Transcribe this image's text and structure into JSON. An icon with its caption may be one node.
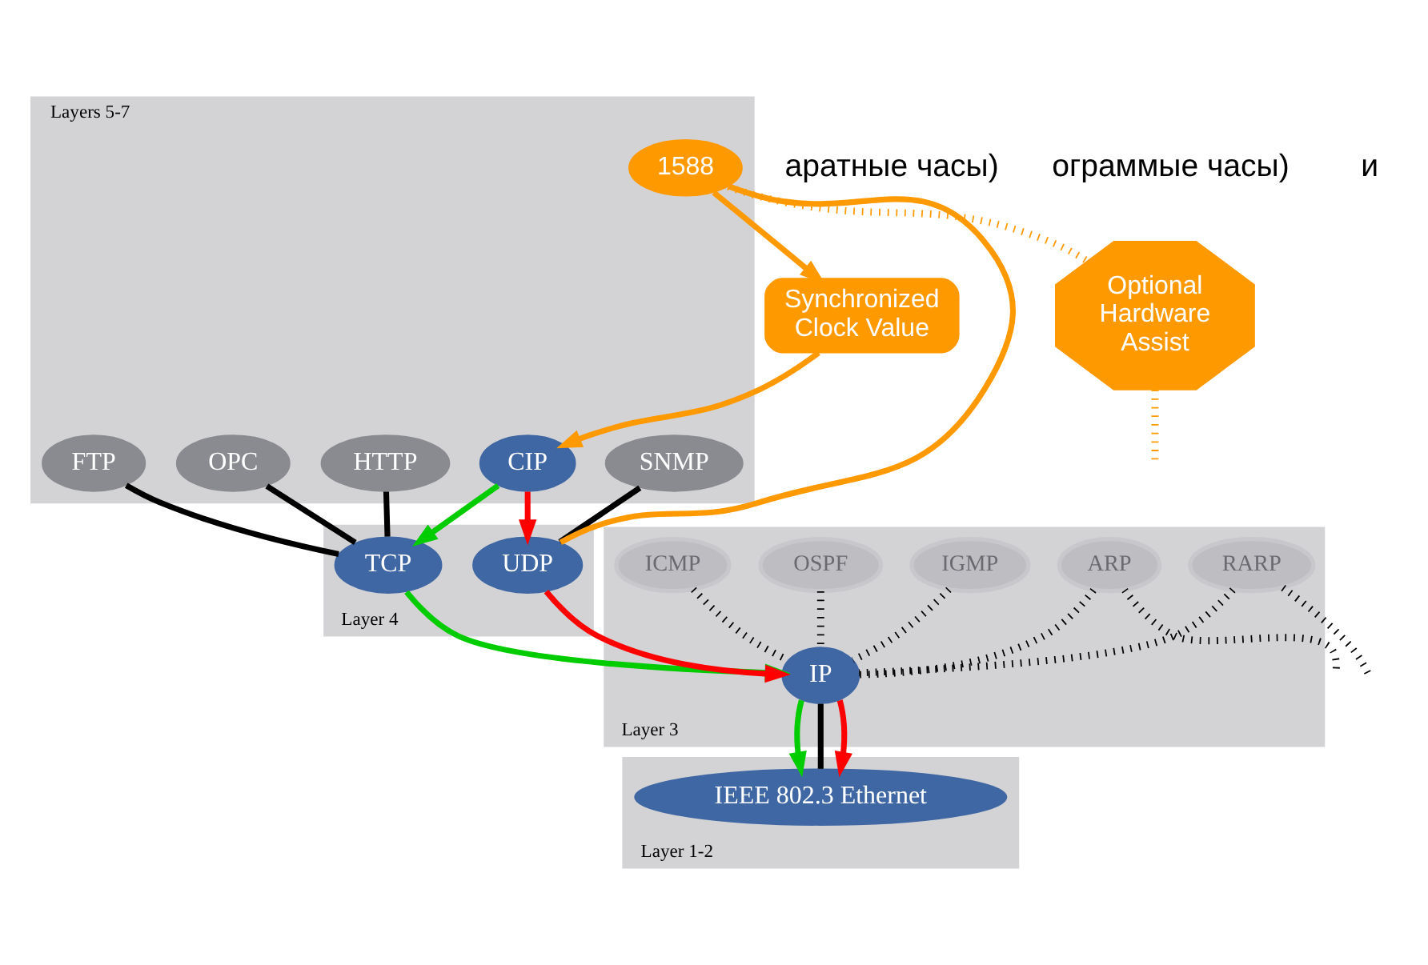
{
  "diagram": {
    "nodes": [
      {
        "text": [
          "Layers 5-7"
        ]
      },
      {
        "text": [
          "FTP"
        ],
        "in": 0
      },
      {
        "text": [
          "HTTP"
        ],
        "in": 0
      },
      {
        "text": [
          "OPC"
        ],
        "in": 0
      },
      {
        "text": [
          "CIP"
        ],
        "in": 0
      },
      {
        "text": [
          "SNMP"
        ],
        "in": 0
      },
      {
        "text": [
          "1588"
        ],
        "in": 0
      },
      {
        "text": [
          "Layer 4"
        ]
      },
      {
        "text": [
          "TCP"
        ],
        "in": 7
      },
      {
        "text": [
          "UDP"
        ],
        "in": 7
      },
      {
        "text": [
          "Layer 3"
        ]
      },
      {
        "text": [
          "OSPF"
        ],
        "in": 10
      },
      {
        "text": [
          "ICMP"
        ],
        "in": 10
      },
      {
        "text": [
          "IGMP"
        ],
        "in": 10
      },
      {
        "text": [
          "ARP"
        ],
        "in": 10
      },
      {
        "text": [
          "IP"
        ],
        "in": 10
      },
      {
        "text": [
          "RARP"
        ],
        "in": 10
      },
      {
        "text": [
          "Layer 1-2"
        ]
      },
      {
        "text": [
          "IEEE 802.3 Ethernet"
        ],
        "in": 17
      },
      {
        "text": [
          "Synchronized Clock Value"
        ]
      },
      {
        "text": [
          "Optional Hardware Assist"
        ]
      }
    ],
    "edges": [
      {
        "from": 19,
        "to": 4,
        "arrow": "to",
        "color": "#ff9900"
      },
      {
        "from": 6,
        "to": 19,
        "arrow": "to",
        "color": "#ff9900"
      },
      {
        "from": 1,
        "to": 8,
        "arrow": "none"
      },
      {
        "from": 2,
        "to": 8,
        "arrow": "none"
      },
      {
        "from": 3,
        "to": 8,
        "arrow": "none"
      },
      {
        "from": 4,
        "to": 8,
        "arrow": "to",
        "color": "#00cc00"
      },
      {
        "from": 4,
        "to": 9,
        "arrow": "to",
        "color": "#ff0000"
      },
      {
        "from": 5,
        "to": 9,
        "arrow": "none"
      },
      {
        "from": 6,
        "to": 9,
        "arrow": "none",
        "color": "#ff9900"
      },
      {
        "from": 6,
        "to": 20,
        "arrow": "none",
        "style": "dashed",
        "color": "#ff9900"
      },
      {
        "from": 20,
        "to": null,
        "arrow": "none",
        "style": "dashed",
        "color": "#ff9900"
      },
      {
        "from": 8,
        "to": 15,
        "arrow": "to",
        "color": "#00cc00"
      },
      {
        "from": 9,
        "to": 15,
        "arrow": "to",
        "color": "#ff0000"
      },
      {
        "from": 11,
        "to": 15,
        "arrow": "none",
        "style": "dashed"
      },
      {
        "from": 12,
        "to": 15,
        "arrow": "none",
        "style": "dashed"
      },
      {
        "from": 13,
        "to": 15,
        "arrow": "none",
        "style": "dashed"
      },
      {
        "from": 14,
        "to": 15,
        "arrow": "none",
        "style": "dashed"
      },
      {
        "from": 16,
        "to": 15,
        "arrow": "none",
        "style": "dashed"
      },
      {
        "from": 14,
        "to": null,
        "arrow": "none",
        "style": "dashed"
      },
      {
        "from": 16,
        "to": null,
        "arrow": "none",
        "style": "dashed"
      },
      {
        "from": 15,
        "to": 18,
        "arrow": "to",
        "color": "#00cc00"
      },
      {
        "from": 15,
        "to": 18,
        "arrow": "none"
      },
      {
        "from": 15,
        "to": 18,
        "arrow": "to",
        "color": "#ff0000"
      }
    ],
    "labels": [
      "аратные часы)",
      "ограммые часы)",
      "и"
    ]
  }
}
